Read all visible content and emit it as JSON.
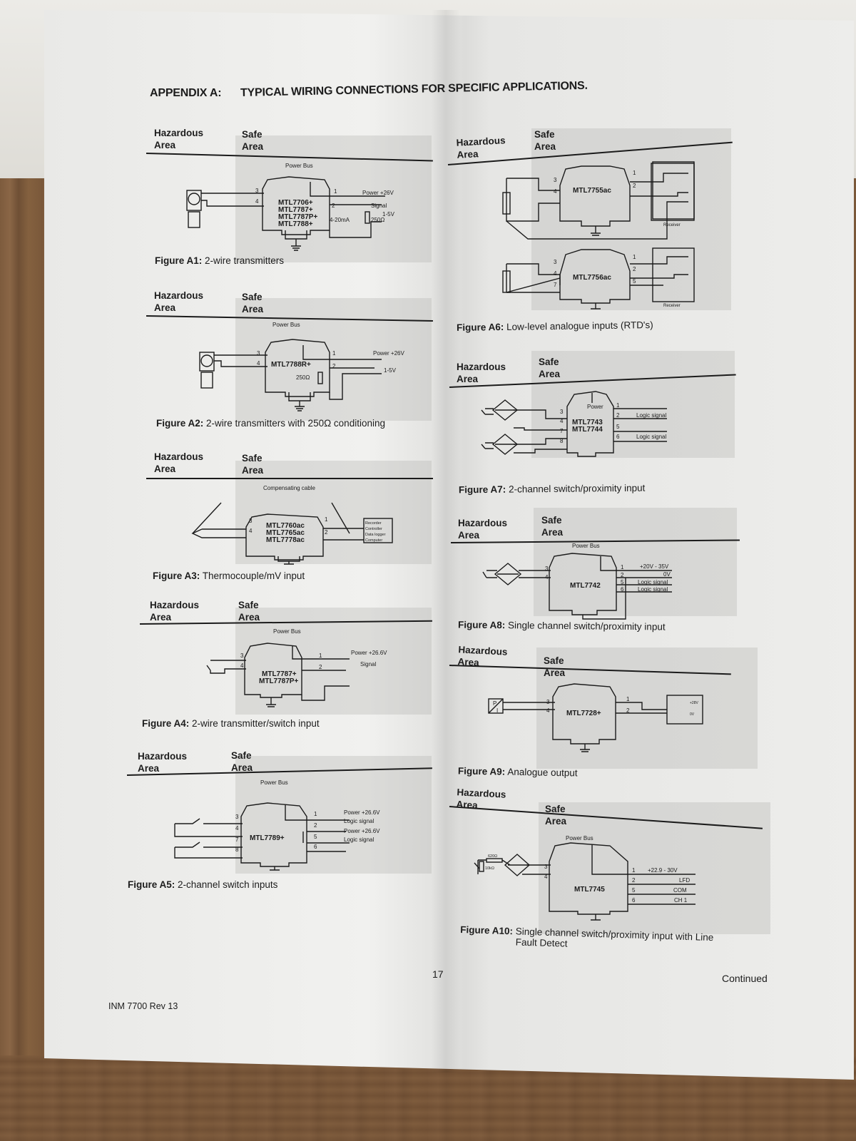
{
  "document": {
    "appendix_label": "APPENDIX A:",
    "appendix_title": "TYPICAL WIRING CONNECTIONS FOR SPECIFIC APPLICATIONS.",
    "page_number": "17",
    "continued": "Continued",
    "revision": "INM 7700 Rev 13"
  },
  "area_labels": {
    "hazardous": "Hazardous",
    "safe": "Safe",
    "area": "Area"
  },
  "common": {
    "power_bus": "Power Bus",
    "power": "Power",
    "logic_signal": "Logic signal",
    "receiver": "Receiver"
  },
  "figures": [
    {
      "id": "A1",
      "label": "Figure A1:",
      "caption": "2-wire transmitters",
      "modules": [
        "MTL7706+",
        "MTL7787+",
        "MTL7787P+",
        "MTL7788+"
      ],
      "outputs": [
        "Power +26V",
        "Signal",
        "1-5V",
        "4-20mA",
        "250Ω"
      ]
    },
    {
      "id": "A2",
      "label": "Figure A2:",
      "caption": "2-wire transmitters with 250Ω conditioning",
      "modules": [
        "MTL7788R+"
      ],
      "outputs": [
        "Power +26V",
        "1-5V",
        "250Ω"
      ]
    },
    {
      "id": "A3",
      "label": "Figure A3:",
      "caption": "Thermocouple/mV input",
      "modules": [
        "MTL7760ac",
        "MTL7765ac",
        "MTL7778ac"
      ],
      "cable": "Compensating cable",
      "receiver_lines": [
        "Recorder",
        "Controller",
        "Data logger",
        "Computer"
      ]
    },
    {
      "id": "A4",
      "label": "Figure A4:",
      "caption": "2-wire transmitter/switch input",
      "modules": [
        "MTL7787+",
        "MTL7787P+"
      ],
      "outputs": [
        "Power +26.6V",
        "Signal"
      ]
    },
    {
      "id": "A5",
      "label": "Figure A5:",
      "caption": "2-channel switch inputs",
      "modules": [
        "MTL7789+"
      ],
      "outputs": [
        "Power +26.6V",
        "Logic signal",
        "Power +26.6V",
        "Logic signal"
      ]
    },
    {
      "id": "A6",
      "label": "Figure A6:",
      "caption": "Low-level analogue inputs (RTD's)",
      "modules": [
        "MTL7755ac",
        "MTL7756ac"
      ]
    },
    {
      "id": "A7",
      "label": "Figure A7:",
      "caption": "2-channel switch/proximity input",
      "modules": [
        "MTL7743",
        "MTL7744"
      ],
      "outputs": [
        "Logic signal",
        "Logic signal"
      ]
    },
    {
      "id": "A8",
      "label": "Figure A8:",
      "caption": "Single channel switch/proximity input",
      "modules": [
        "MTL7742"
      ],
      "outputs": [
        "+20V - 35V",
        "0V",
        "Logic signal",
        "Logic signal"
      ]
    },
    {
      "id": "A9",
      "label": "Figure A9:",
      "caption": "Analogue output",
      "modules": [
        "MTL7728+"
      ],
      "outputs": [
        "+28V",
        "0V"
      ]
    },
    {
      "id": "A10",
      "label": "Figure A10:",
      "caption": "Single channel switch/proximity input with Line",
      "caption2": "Fault Detect",
      "modules": [
        "MTL7745"
      ],
      "resistors": [
        "620Ω",
        "10kΩ"
      ],
      "outputs": [
        "+22.9 - 30V",
        "LFD",
        "COM",
        "CH 1"
      ]
    }
  ]
}
